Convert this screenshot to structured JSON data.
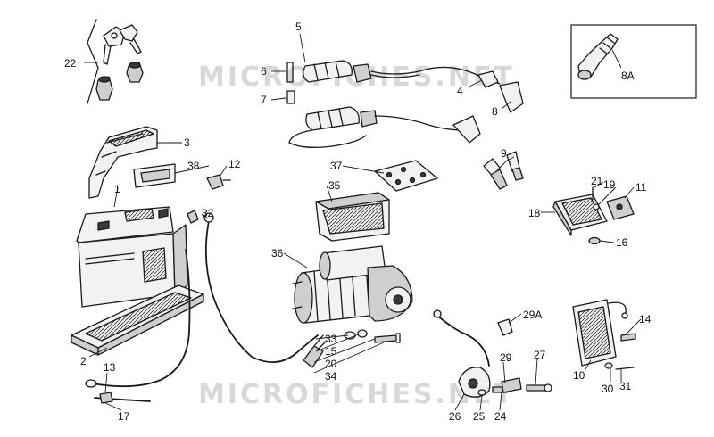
{
  "watermark": "MICROFICHES.NET",
  "labels": [
    "22",
    "5",
    "6",
    "7",
    "4",
    "8",
    "8A",
    "3",
    "38",
    "12",
    "37",
    "9",
    "21",
    "19",
    "11",
    "18",
    "16",
    "1",
    "32",
    "35",
    "36",
    "29A",
    "14",
    "2",
    "33",
    "15",
    "20",
    "34",
    "13",
    "29",
    "27",
    "10",
    "30",
    "31",
    "17",
    "26",
    "25",
    "24"
  ]
}
